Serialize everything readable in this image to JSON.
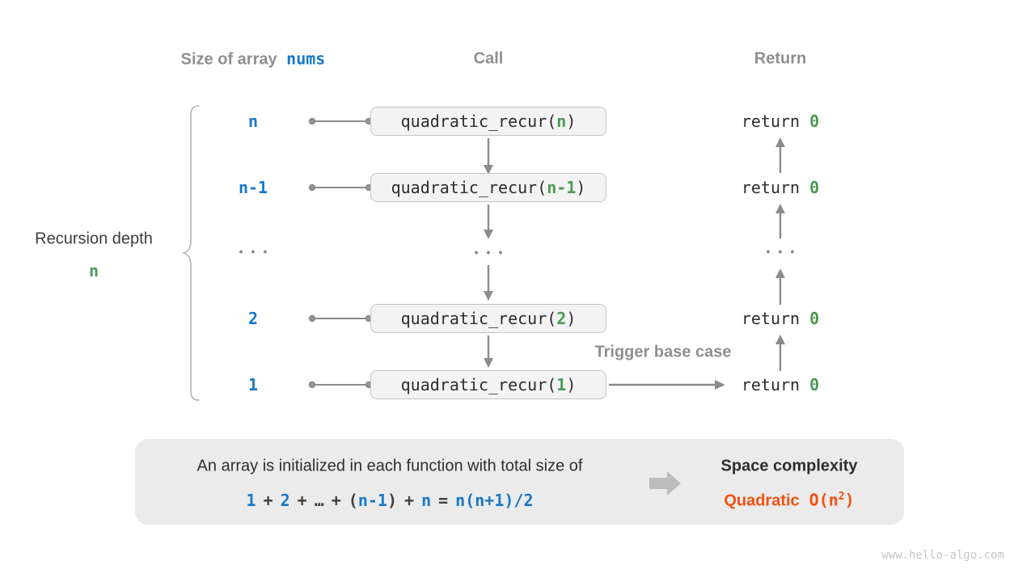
{
  "colors": {
    "blue": "#1778C8",
    "green": "#4C9A52",
    "orange": "#F25110",
    "header_gray": "#8F8F8F",
    "arrow_gray": "#8C8C8C",
    "box_bg": "#F3F3F4",
    "panel_bg": "#EBEBEB"
  },
  "headers": {
    "size_prefix": "Size of array",
    "size_code": "nums",
    "call": "Call",
    "return": "Return"
  },
  "left_caption": {
    "line1": "Recursion depth",
    "depth": "n"
  },
  "calls": {
    "prefix": "quadratic_recur(",
    "suffix": ")",
    "ellipsis": "•••",
    "rows": [
      {
        "size": "n",
        "arg": "n"
      },
      {
        "size": "n-1",
        "arg": "n-1"
      },
      {
        "size": "2",
        "arg": "2"
      },
      {
        "size": "1",
        "arg": "1"
      }
    ]
  },
  "returns": {
    "keyword": "return",
    "value": "0"
  },
  "trigger_label": "Trigger base case",
  "summary": {
    "line1": "An array is initialized in each function with total size of",
    "formula": {
      "n1": "1",
      "op1": "+",
      "n2": "2",
      "op2": "+",
      "dots": "…",
      "op3": "+",
      "open": "(",
      "n3": "n-1",
      "close": ")",
      "op4": "+",
      "n4": "n",
      "eq": "=",
      "result": "n(n+1)/2"
    },
    "space_title": "Space complexity",
    "complexity_name": "Quadratic",
    "big_o_open": "O(n",
    "big_o_exp": "2",
    "big_o_close": ")"
  },
  "watermark": "www.hello-algo.com"
}
